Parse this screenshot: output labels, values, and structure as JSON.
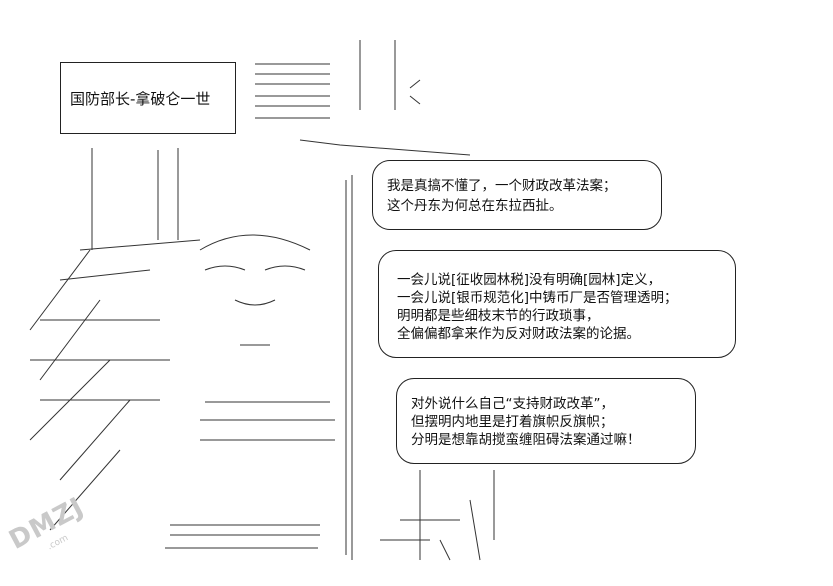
{
  "title_box": {
    "text": "国防部长-拿破仑一世"
  },
  "bubbles": [
    {
      "lines": [
        "我是真搞不懂了，一个财政改革法案；",
        "这个丹东为何总在东拉西扯。"
      ]
    },
    {
      "lines": [
        "一会儿说[征收园林税]没有明确[园林]定义，",
        "一会儿说[银币规范化]中铸币厂是否管理透明；",
        "明明都是些细枝末节的行政琐事，",
        "全偏偏都拿来作为反对财政法案的论据。"
      ]
    },
    {
      "lines": [
        "对外说什么自己“支持财政改革”，",
        "但摆明内地里是打着旗帜反旗帜；",
        "分明是想靠胡搅蛮缠阻碍法案通过嘛！"
      ]
    }
  ],
  "watermark": {
    "logo": "DMZJ",
    "site": ".com"
  },
  "colors": {
    "ink": "#111111",
    "background": "#ffffff",
    "watermark": "#c9c9c9"
  }
}
